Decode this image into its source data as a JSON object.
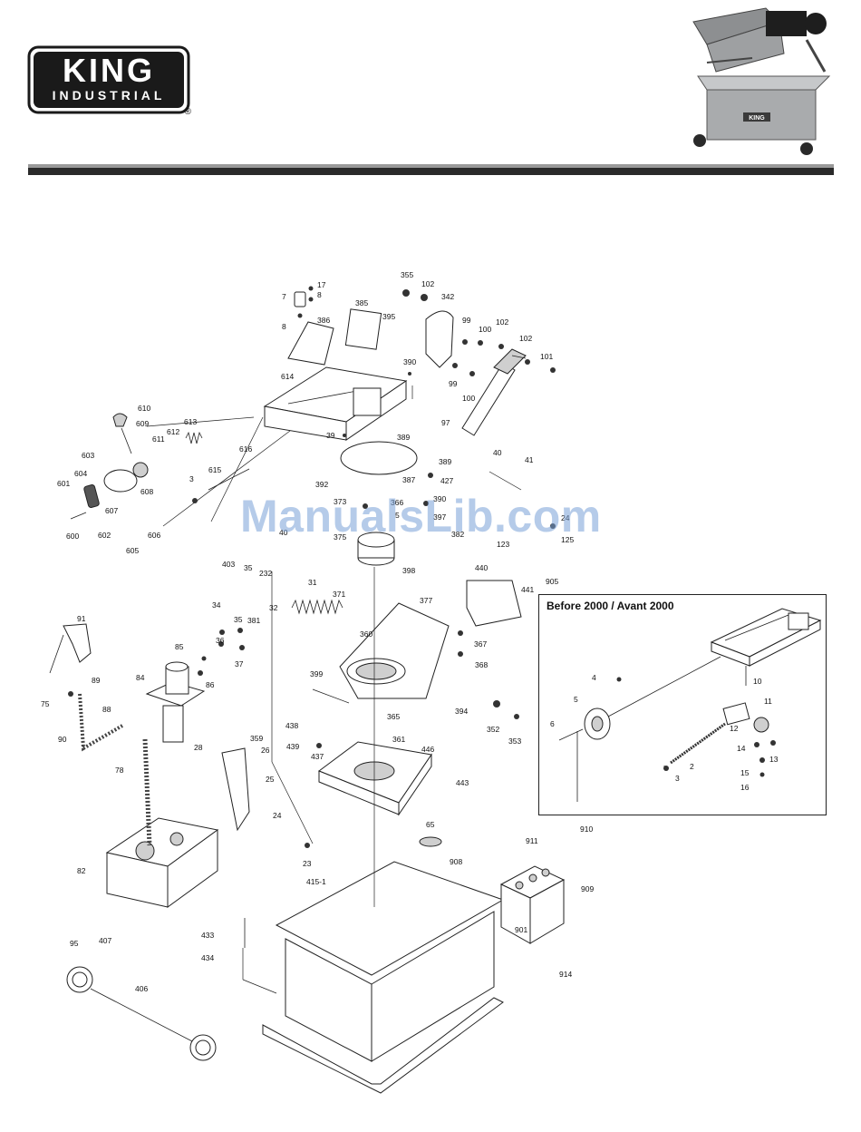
{
  "brand": {
    "name": "KING",
    "sub": "INDUSTRIAL",
    "badge": "KING",
    "registered": "®"
  },
  "watermark": "ManualsLib.com",
  "inset": {
    "title": "Before 2000 / Avant 2000",
    "part_numbers": [
      "2",
      "3",
      "4",
      "5",
      "6",
      "10",
      "11",
      "12",
      "13",
      "14",
      "15",
      "16"
    ]
  },
  "part_numbers": [
    "17",
    "8",
    "7",
    "8",
    "385",
    "386",
    "395",
    "355",
    "102",
    "342",
    "99",
    "100",
    "102",
    "102",
    "101",
    "99",
    "100",
    "390",
    "614",
    "97",
    "610",
    "609",
    "612",
    "613",
    "611",
    "39",
    "389",
    "40",
    "41",
    "603",
    "616",
    "389",
    "427",
    "604",
    "608",
    "387",
    "601",
    "3",
    "615",
    "392",
    "373",
    "366",
    "390",
    "5",
    "397",
    "382",
    "24",
    "125",
    "607",
    "600",
    "602",
    "605",
    "606",
    "403",
    "35",
    "232",
    "40",
    "375",
    "123",
    "905",
    "31",
    "398",
    "440",
    "441",
    "377",
    "34",
    "35",
    "32",
    "381",
    "91",
    "85",
    "36",
    "37",
    "360",
    "367",
    "368",
    "399",
    "89",
    "84",
    "86",
    "75",
    "88",
    "438",
    "365",
    "394",
    "352",
    "353",
    "439",
    "361",
    "28",
    "359",
    "26",
    "437",
    "446",
    "78",
    "25",
    "443",
    "24",
    "90",
    "82",
    "65",
    "911",
    "910",
    "23",
    "908",
    "909",
    "415-1",
    "433",
    "434",
    "901",
    "407",
    "95",
    "914",
    "406",
    "371"
  ],
  "photo": {
    "label": "KING",
    "colors": {
      "body": "#8d8f91",
      "stand": "#a9abad",
      "dark": "#3a3a3a",
      "motor": "#1e1e1e"
    }
  }
}
